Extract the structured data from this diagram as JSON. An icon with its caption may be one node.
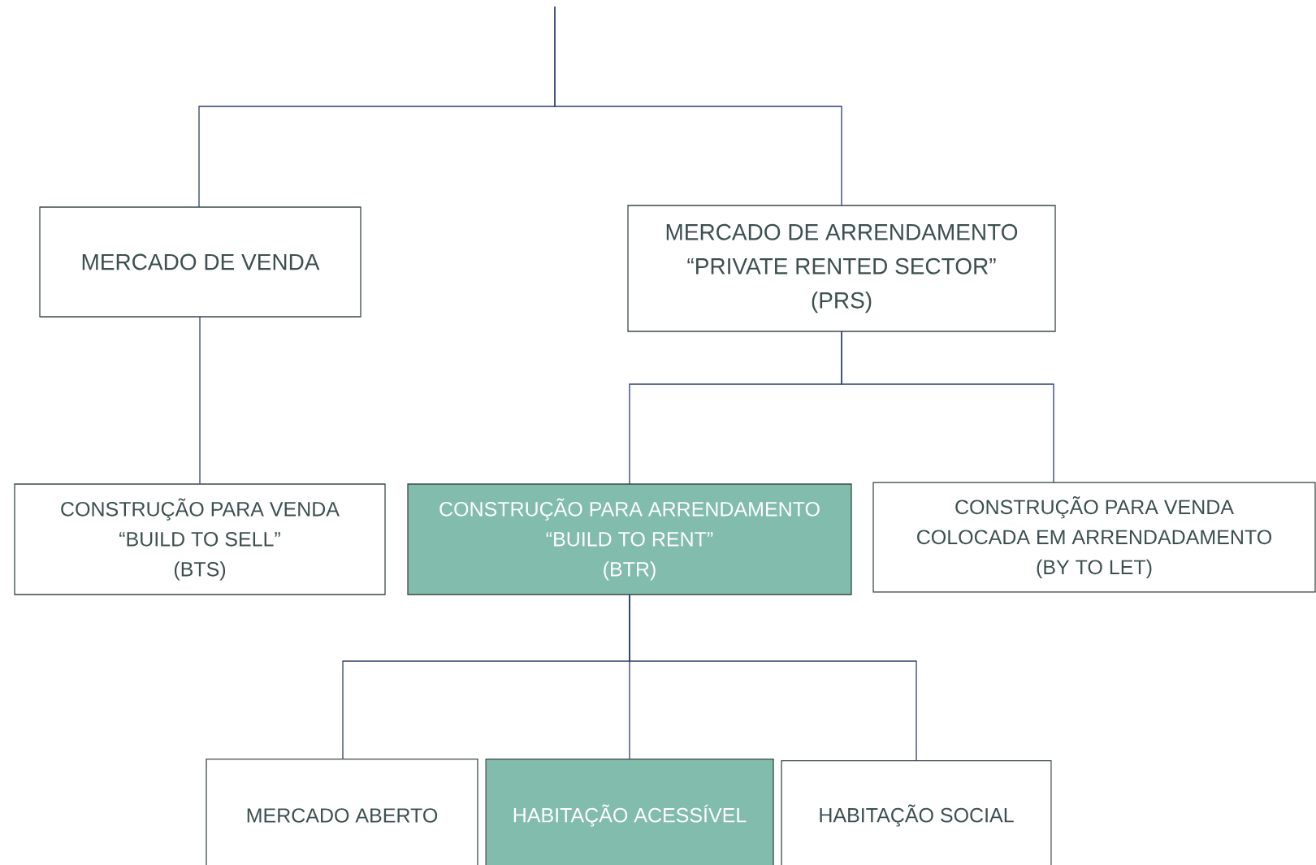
{
  "diagram": {
    "nodes": [
      {
        "text": [
          "MERCADO DE VENDA"
        ]
      },
      {
        "text": [
          "MERCADO DE ARRENDAMENTO",
          "“PRIVATE RENTED SECTOR”",
          "(PRS)"
        ]
      },
      {
        "text": [
          "CONSTRUÇÃO PARA VENDA",
          "“BUILD TO SELL”",
          "(BTS)"
        ]
      },
      {
        "text": [
          "CONSTRUÇÃO PARA ARRENDAMENTO",
          "“BUILD TO RENT”",
          "(BTR)"
        ]
      },
      {
        "text": [
          "CONSTRUÇÃO PARA VENDA",
          "COLOCADA EM ARRENDADAMENTO",
          "(BY TO LET)"
        ]
      },
      {
        "text": [
          "MERCADO ABERTO"
        ]
      },
      {
        "text": [
          "HABITAÇÃO ACESSÍVEL"
        ]
      },
      {
        "text": [
          "HABITAÇÃO SOCIAL"
        ]
      }
    ],
    "edges": [
      {
        "from": null,
        "to": 0,
        "arrow": "none"
      },
      {
        "from": null,
        "to": 1,
        "arrow": "none"
      },
      {
        "from": 0,
        "to": 2,
        "arrow": "none"
      },
      {
        "from": 1,
        "to": 3,
        "arrow": "none"
      },
      {
        "from": 1,
        "to": 4,
        "arrow": "none"
      },
      {
        "from": 3,
        "to": 5,
        "arrow": "none"
      },
      {
        "from": 3,
        "to": 6,
        "arrow": "none"
      },
      {
        "from": 3,
        "to": 7,
        "arrow": "none"
      }
    ]
  }
}
